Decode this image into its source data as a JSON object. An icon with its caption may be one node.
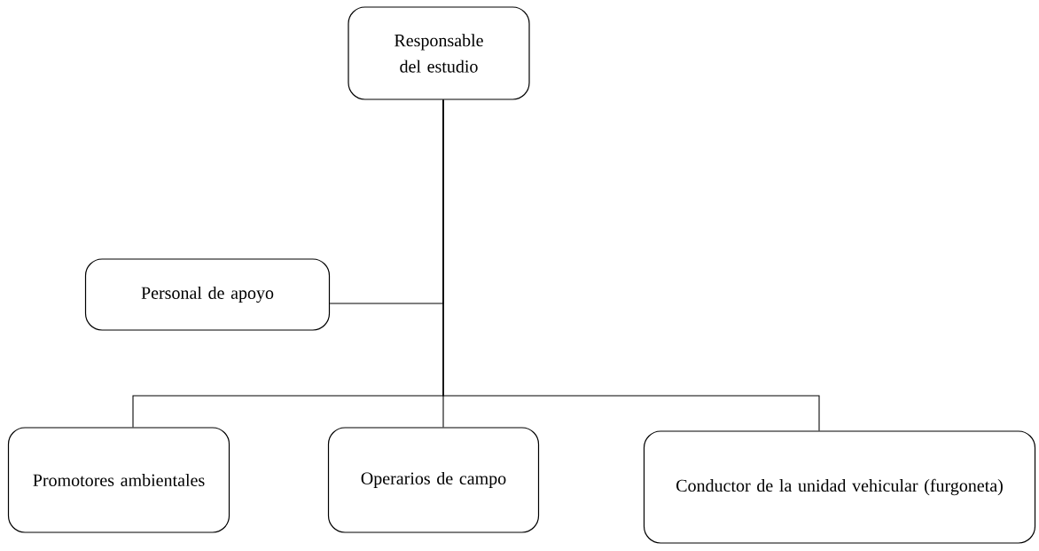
{
  "diagram": {
    "nodes": [
      {
        "text": [
          "Responsable del estudio"
        ]
      },
      {
        "text": [
          "Personal de apoyo"
        ]
      },
      {
        "text": [
          "Promotores ambientales"
        ]
      },
      {
        "text": [
          "Operarios de campo"
        ]
      },
      {
        "text": [
          "Conductor de la unidad vehicular (furgoneta)"
        ]
      }
    ],
    "edges": [
      {
        "from": 0,
        "to": 1,
        "arrow": "none"
      },
      {
        "from": 0,
        "to": 2,
        "arrow": "none"
      },
      {
        "from": 0,
        "to": 3,
        "arrow": "none"
      },
      {
        "from": 0,
        "to": 4,
        "arrow": "none"
      }
    ]
  }
}
